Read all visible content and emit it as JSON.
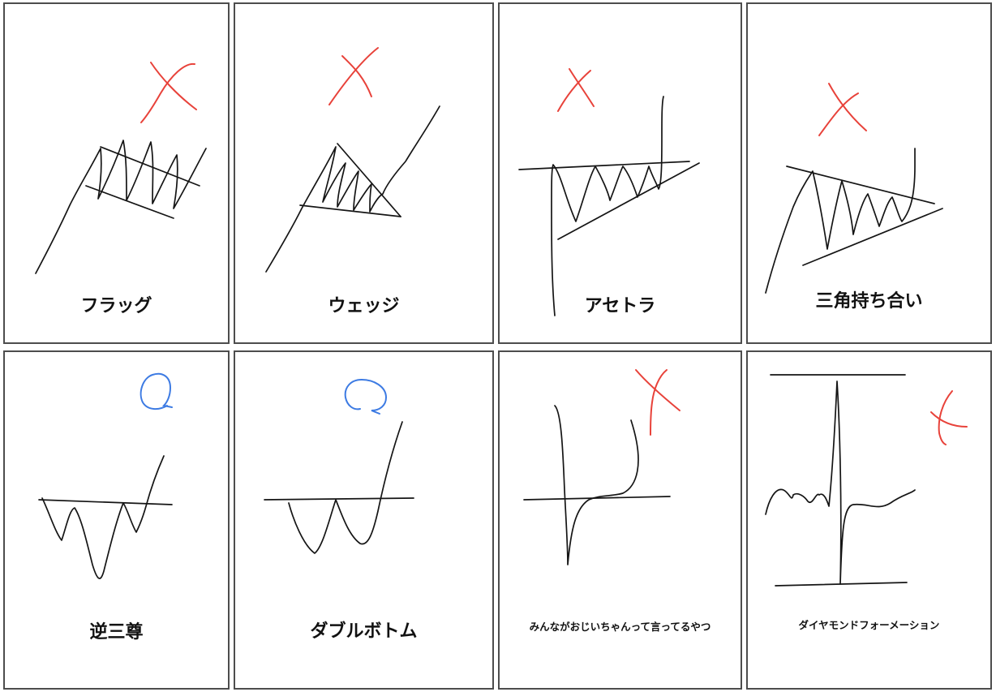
{
  "mark_colors": {
    "x": "#e8423a",
    "o": "#3d7be3"
  },
  "cards": [
    {
      "title": "フラッグ",
      "mark": "×",
      "mark_icon": "cross-mark-icon"
    },
    {
      "title": "ウェッジ",
      "mark": "×",
      "mark_icon": "cross-mark-icon"
    },
    {
      "title": "アセトラ",
      "mark": "×",
      "mark_icon": "cross-mark-icon"
    },
    {
      "title": "三角持ち合い",
      "mark": "×",
      "mark_icon": "cross-mark-icon"
    },
    {
      "title": "逆三尊",
      "mark": "○",
      "mark_icon": "circle-mark-icon"
    },
    {
      "title": "ダブルボトム",
      "mark": "○",
      "mark_icon": "circle-mark-icon"
    },
    {
      "title": "みんながおじいちゃんって言ってるやつ",
      "mark": "×",
      "mark_icon": "cross-mark-icon"
    },
    {
      "title": "ダイヤモンドフォーメーション",
      "mark": "×",
      "mark_icon": "cross-mark-icon"
    }
  ]
}
